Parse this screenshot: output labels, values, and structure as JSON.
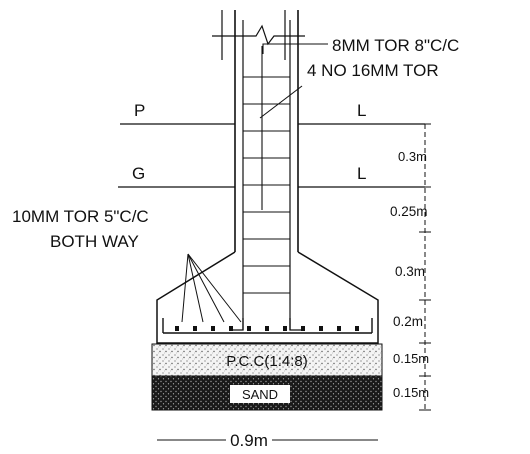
{
  "diagram": {
    "labels": {
      "stirrups": "8MM TOR 8\"C/C",
      "main_bars": "4 NO 16MM TOR",
      "plinth_p": "P",
      "plinth_l": "L",
      "ground_g": "G",
      "ground_l": "L",
      "base_mesh_line1": "10MM TOR 5\"C/C",
      "base_mesh_line2": "BOTH  WAY",
      "pcc": "P.C.C(1:4:8)",
      "sand": "SAND",
      "width": "0.9m"
    },
    "depths": [
      "0.3m",
      "0.25m",
      "0.3m",
      "0.2m",
      "0.15m",
      "0.15m"
    ]
  }
}
